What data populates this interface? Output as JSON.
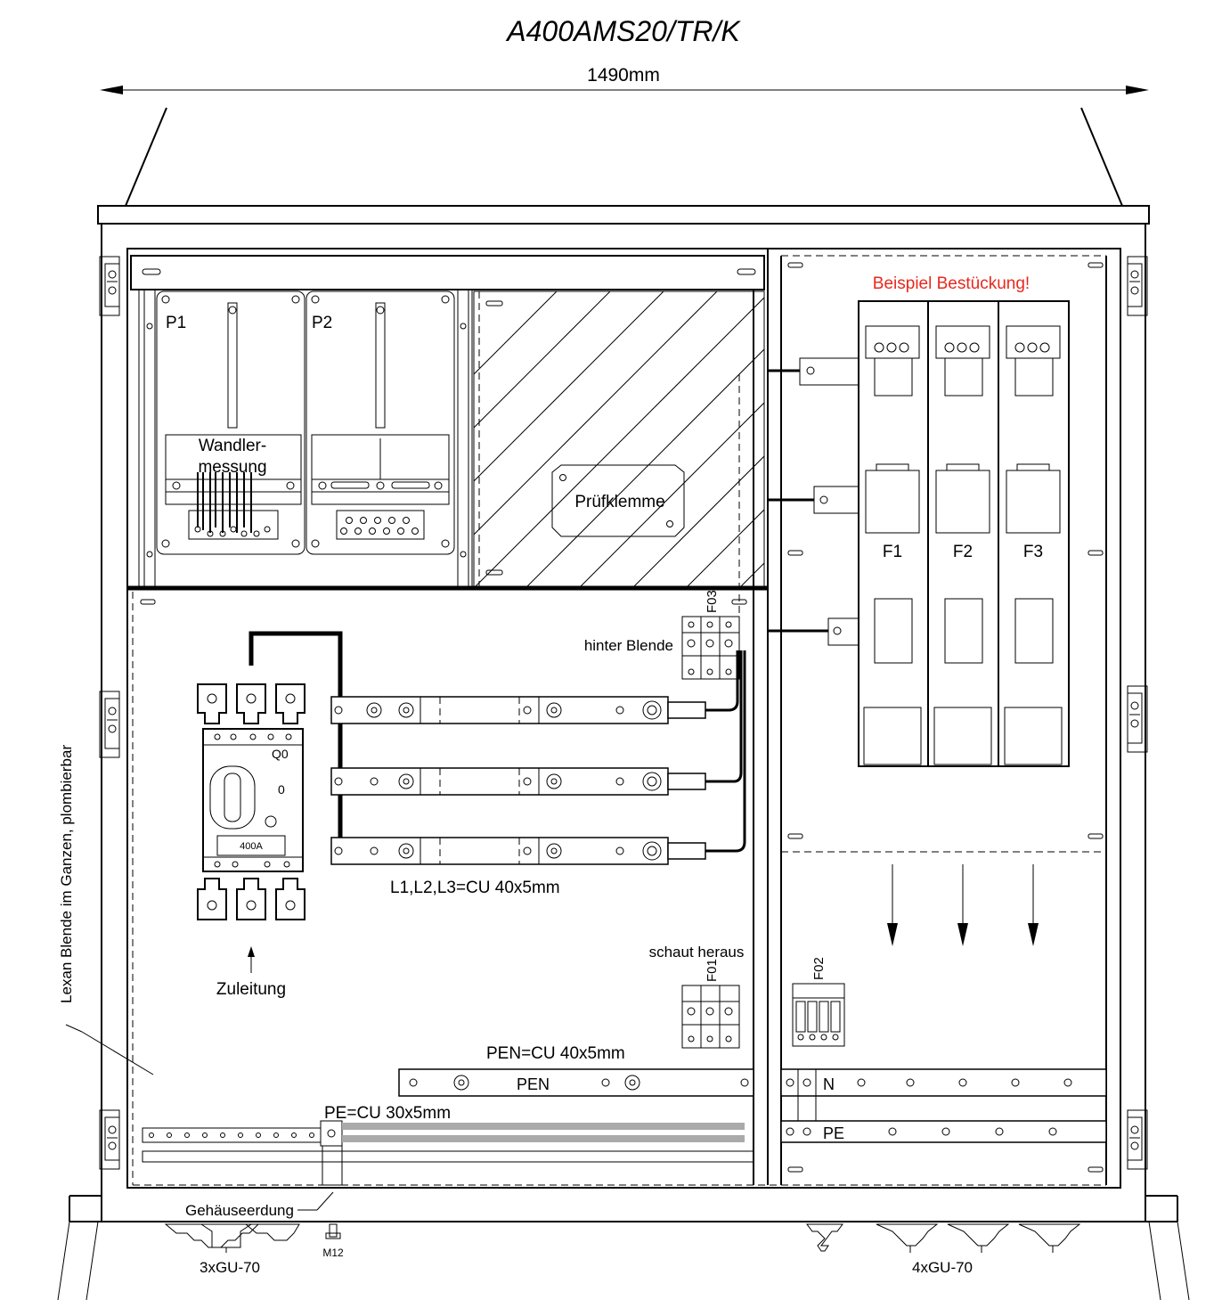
{
  "title": "A400AMS20/TR/K",
  "width_dimension": "1490mm",
  "notes": {
    "example_equipment": "Beispiel Bestückung!",
    "lexan_cover": "Lexan Blende im Ganzen, plombierbar"
  },
  "meters": {
    "p1": "P1",
    "p2": "P2",
    "transformer_line1": "Wandler-",
    "transformer_line2": "messung"
  },
  "test_terminal": "Prüfklemme",
  "behind_cover": "hinter Blende",
  "sticks_out": "schaut heraus",
  "breaker": {
    "label": "Q0",
    "zero": "0",
    "rating": "400A"
  },
  "supply": "Zuleitung",
  "busbars": {
    "phase": "L1,L2,L3=CU 40x5mm",
    "pen_spec": "PEN=CU 40x5mm",
    "pen": "PEN",
    "pe_spec": "PE=CU 30x5mm",
    "n": "N",
    "pe": "PE"
  },
  "fuses": [
    "F1",
    "F2",
    "F3"
  ],
  "small_devices": {
    "f01": "F01",
    "f02": "F02",
    "f03": "F03"
  },
  "housing_earth": "Gehäuseerdung",
  "glands": {
    "left": "3xGU-70",
    "bolt": "M12",
    "right": "4xGU-70"
  },
  "colors": {
    "note_red": "#e8281e",
    "line": "#000000",
    "pe_grey": "#aaaaaa"
  }
}
